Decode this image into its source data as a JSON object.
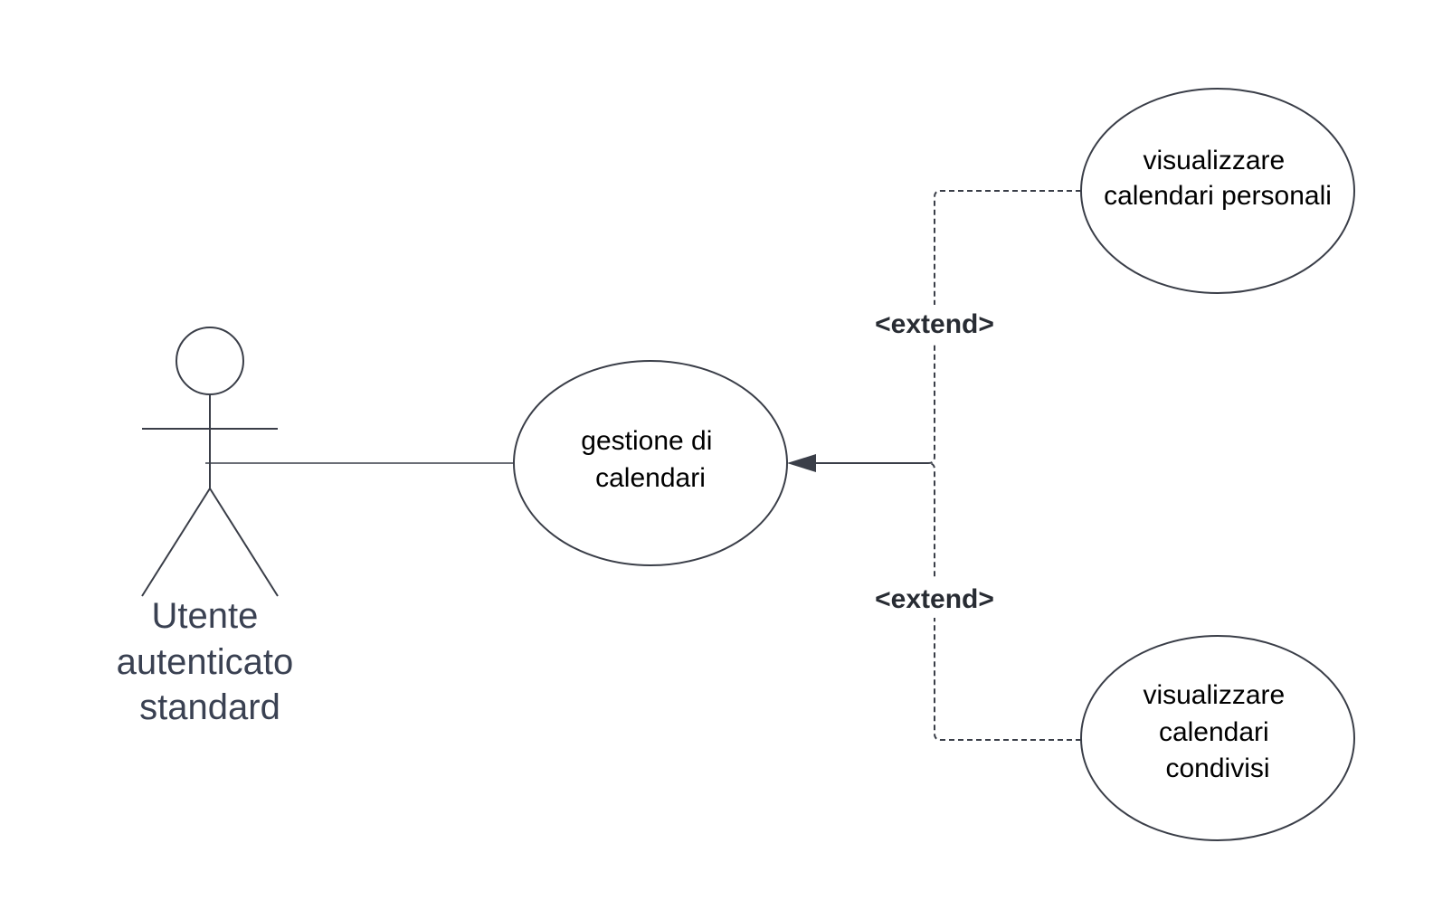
{
  "colors": {
    "stroke": "#3a3e48",
    "actor_text": "#3a4152",
    "extend_text": "#282c33",
    "use_case_text": "#000000",
    "background": "#ffffff"
  },
  "actor": {
    "name_lines": [
      "Utente",
      "autenticato",
      "standard"
    ]
  },
  "use_cases": {
    "main": {
      "lines": [
        "gestione di",
        "calendari"
      ]
    },
    "personal": {
      "lines": [
        "visualizzare",
        "calendari personali"
      ]
    },
    "shared": {
      "lines": [
        "visualizzare",
        "calendari",
        "condivisi"
      ]
    }
  },
  "relations": {
    "extend_top_label": "<extend>",
    "extend_bottom_label": "<extend>"
  }
}
